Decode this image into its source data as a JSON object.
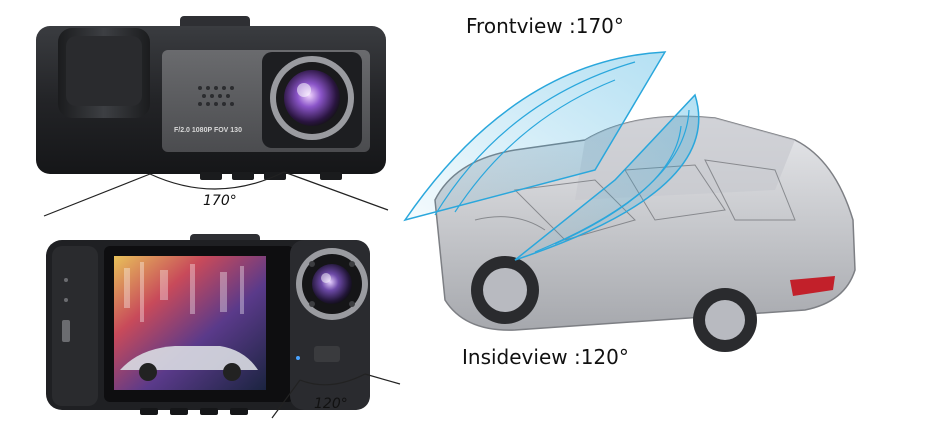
{
  "labels": {
    "front_view": "Frontview :170°",
    "inside_view": "Insideview :120°",
    "angle_front": "170°",
    "angle_inside": "120°"
  },
  "camera": {
    "spec_text": "F/2.0 1080P FOV 130"
  },
  "colors": {
    "fov_blue": "#2aa7dc",
    "camera_body": "#2b2d31",
    "lens_purple": "#6a3fa8"
  }
}
